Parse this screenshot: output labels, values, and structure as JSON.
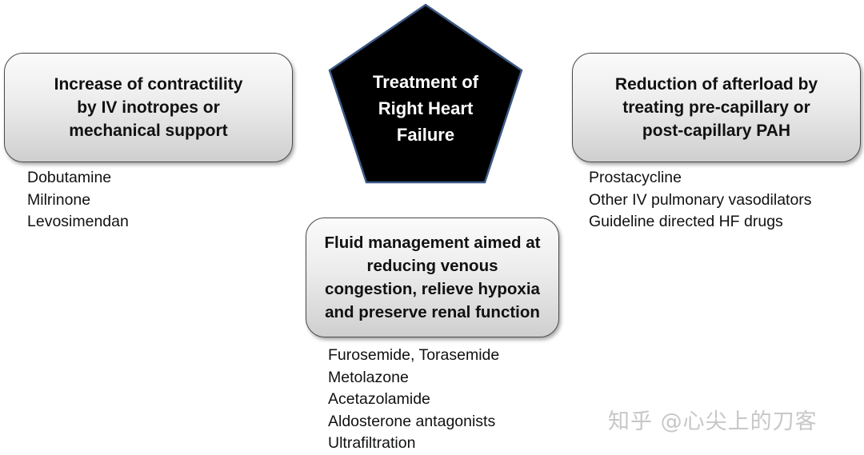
{
  "center": {
    "title": "Treatment of\nRight Heart\nFailure"
  },
  "boxes": {
    "left": {
      "text": "Increase of contractility\nby IV inotropes or\nmechanical support",
      "items": [
        "Dobutamine",
        "Milrinone",
        "Levosimendan"
      ]
    },
    "right": {
      "text": "Reduction of afterload by\ntreating pre-capillary or\npost-capillary PAH",
      "items": [
        "Prostacycline",
        "Other IV pulmonary vasodilators",
        "Guideline directed HF drugs"
      ]
    },
    "center": {
      "text": "Fluid management aimed at\nreducing venous\ncongestion, relieve hypoxia\nand preserve renal function",
      "items": [
        "Furosemide, Torasemide",
        "Metolazone",
        "Acetazolamide",
        "Aldosterone antagonists",
        "Ultrafiltration"
      ]
    }
  },
  "watermark": "知乎 @心尖上的刀客",
  "colors": {
    "pentagon_fill": "#000000",
    "pentagon_stroke": "#3c5a87",
    "box_border": "#4a4a4a"
  }
}
